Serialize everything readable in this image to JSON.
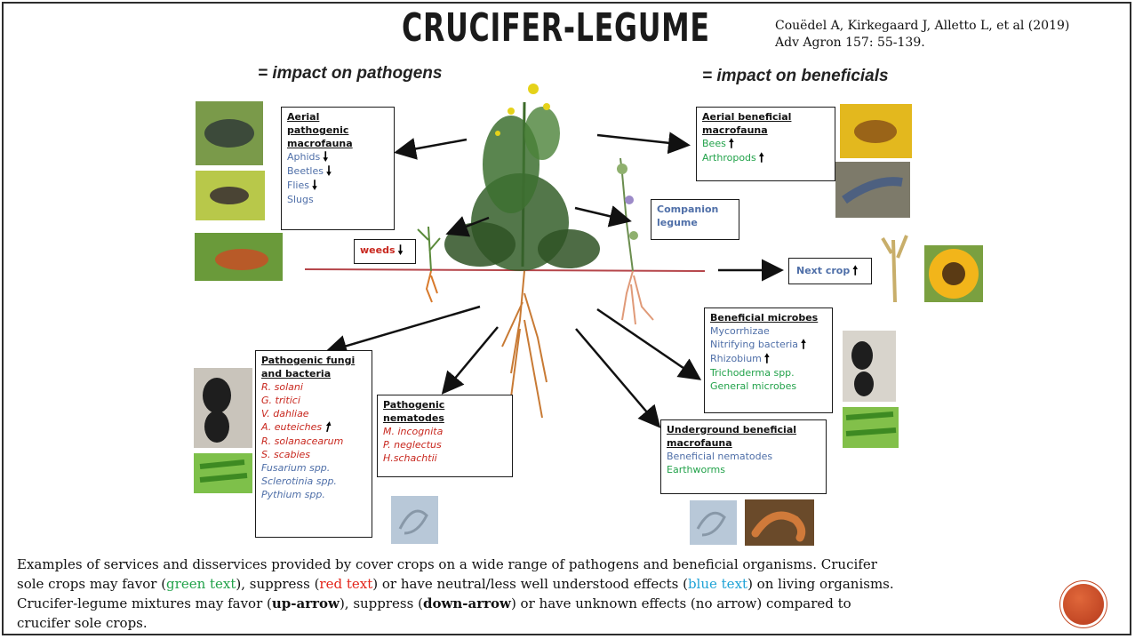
{
  "title": "CRUCIFER-LEGUME",
  "citation": {
    "line1": "Couëdel A, Kirkegaard J, Alletto L, et al (2019)",
    "line2": "Adv Agron 157: 55-139."
  },
  "headers": {
    "pathogens": "= impact on pathogens",
    "beneficials": "= impact on beneficials"
  },
  "boxes": {
    "aerial_pathogenic": {
      "title": [
        "Aerial",
        "pathogenic",
        "macrofauna"
      ],
      "items": [
        "Aphids",
        "Beetles",
        "Flies",
        "Slugs"
      ]
    },
    "weeds": {
      "label": "weeds"
    },
    "aerial_beneficial": {
      "title": [
        "Aerial beneficial",
        "macrofauna"
      ],
      "items": [
        "Bees",
        "Arthropods"
      ]
    },
    "companion": {
      "lines": [
        "Companion",
        "legume"
      ]
    },
    "next_crop": {
      "label": "Next crop"
    },
    "beneficial_microbes": {
      "title": "Beneficial microbes",
      "items": [
        "Mycorrhizae",
        "Nitrifying bacteria",
        "Rhizobium",
        "Trichoderma spp.",
        "General microbes"
      ]
    },
    "pathogenic_fungi": {
      "title": [
        "Pathogenic fungi",
        "and bacteria"
      ],
      "items": [
        "R. solani",
        "G. tritici",
        "V. dahliae",
        "A. euteiches",
        "R. solanacearum",
        "S. scabies",
        "Fusarium spp.",
        "Sclerotinia spp.",
        "Pythium spp."
      ]
    },
    "nematodes": {
      "title": [
        "Pathogenic",
        "nematodes"
      ],
      "items": [
        "M. incognita",
        "P. neglectus",
        "H.schachtii"
      ]
    },
    "underground": {
      "title": [
        "Underground beneficial",
        "macrofauna"
      ],
      "items": [
        "Beneficial nematodes",
        "Earthworms"
      ]
    }
  },
  "arrows": {
    "down": "🠗",
    "up": "🠕"
  },
  "caption": {
    "p1": "Examples of services and disservices provided by cover crops on a wide range of pathogens and beneficial organisms. Crucifer sole crops may favor (",
    "green": "green text",
    "p2": "), suppress (",
    "red": "red text",
    "p3": ") or have neutral/less well understood effects (",
    "blue": "blue text",
    "p4": ") on living organisms. Crucifer-legume mixtures may favor (",
    "up": "up-arrow",
    "p5": "), suppress (",
    "down": "down-arrow",
    "p6": ") or have unknown effects (no arrow) compared to crucifer sole crops."
  },
  "colors": {
    "green": "#22a24a",
    "red": "#c8281f",
    "blue": "#4f6fa8",
    "ground_line": "#b5454a",
    "badge": "#c44a25"
  }
}
